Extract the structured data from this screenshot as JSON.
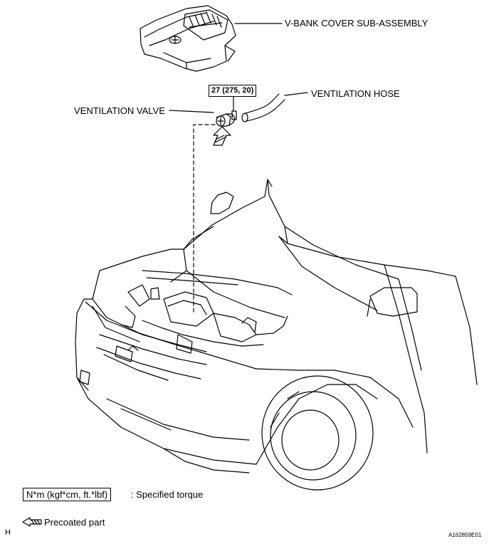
{
  "labels": {
    "vbank_cover": "V-BANK COVER SUB-ASSEMBLY",
    "ventilation_valve": "VENTILATION VALVE",
    "ventilation_hose": "VENTILATION HOSE",
    "torque_spec": "27 (275, 20)"
  },
  "legend": {
    "torque_unit": "N*m (kgf*cm, ft.*lbf)",
    "torque_desc": ": Specified torque",
    "precoated": "Precoated part"
  },
  "footer": {
    "left_mark": "H",
    "figure_id": "A162859E01"
  }
}
